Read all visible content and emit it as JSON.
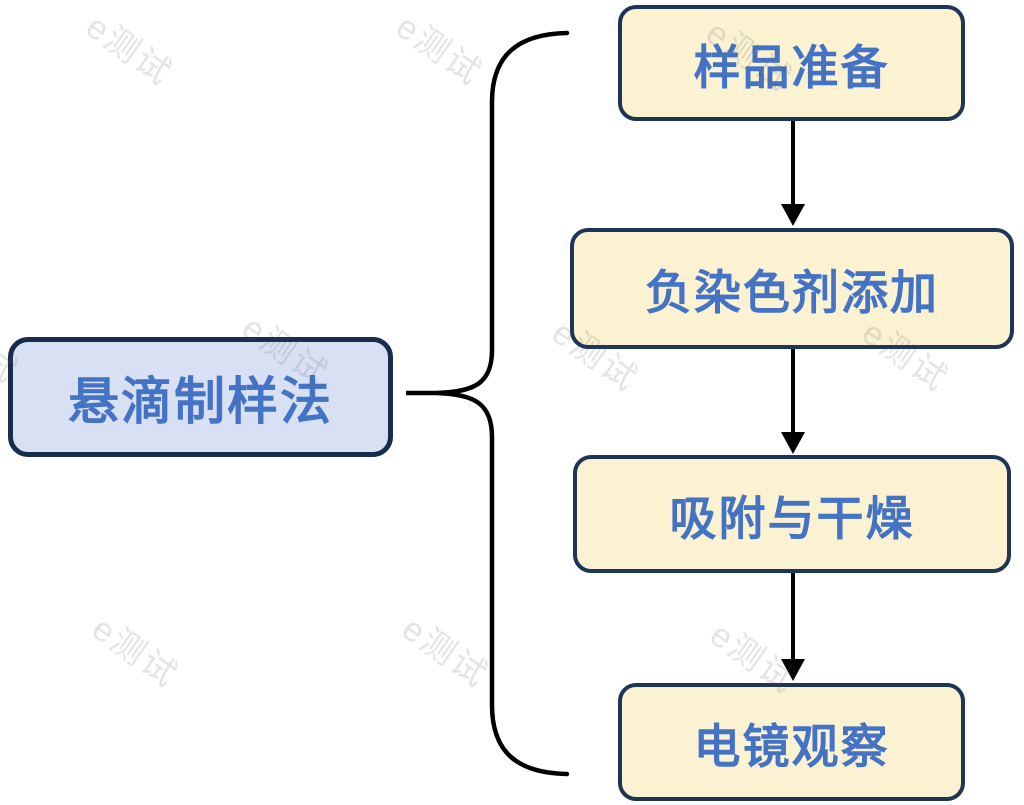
{
  "diagram": {
    "root": {
      "label": "悬滴制样法"
    },
    "steps": [
      {
        "label": "样品准备"
      },
      {
        "label": "负染色剂添加"
      },
      {
        "label": "吸附与干燥"
      },
      {
        "label": "电镜观察"
      }
    ]
  },
  "watermark": {
    "text": "e测试"
  },
  "colors": {
    "step_fill": "#FBF2D2",
    "step_border": "#203456",
    "root_fill": "#D8E1F3",
    "root_border": "#182C4E",
    "node_text": "#4472C4",
    "connector": "#000000",
    "watermark": "#E2E2E2"
  }
}
